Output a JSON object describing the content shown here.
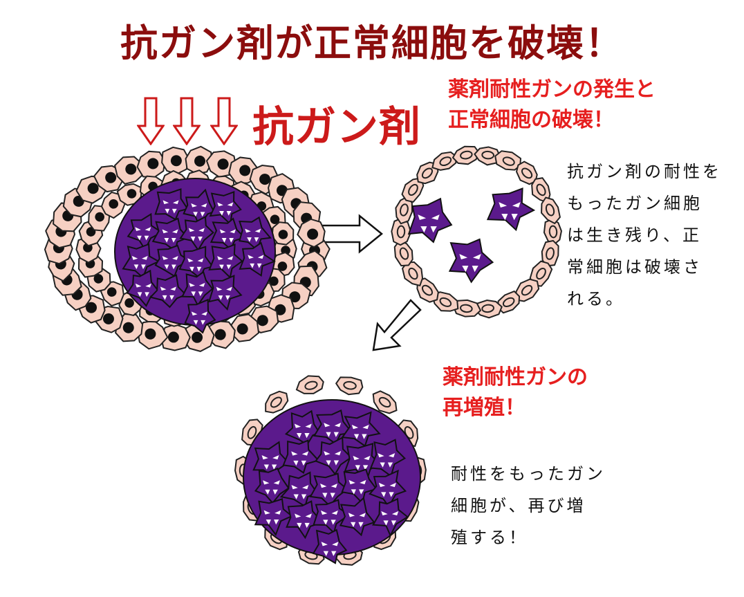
{
  "title": "抗ガン剤が正常細胞を破壊！",
  "drug_label": "抗ガン剤",
  "stage2": {
    "heading": [
      "薬剤耐性ガンの発生と",
      "正常細胞の破壊！"
    ],
    "note": [
      "抗ガン剤の耐性を",
      "もったガン細胞",
      "は生き残り、正",
      "常細胞は破壊さ",
      "れる。"
    ]
  },
  "stage3": {
    "heading": [
      "薬剤耐性ガンの",
      "再増殖！"
    ],
    "note": [
      "耐性をもったガン",
      "細胞が、再び増",
      "殖する！"
    ]
  },
  "colors": {
    "title": "#8b0d0d",
    "heading": "#e61f1f",
    "cancer_cell": "#5b1a8c",
    "normal_cell": "#f6d0c3",
    "nucleus": "#111111"
  },
  "icons": [
    "down-arrow-icon",
    "right-arrow-icon",
    "diagonal-arrow-icon"
  ]
}
